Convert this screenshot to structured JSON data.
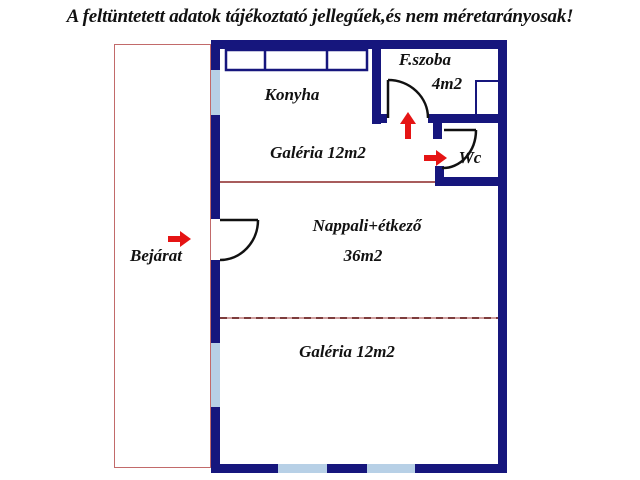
{
  "title": "A feltüntetett adatok tájékoztató jellegűek,és nem méretarányosak!",
  "rooms": {
    "konyha": "Konyha",
    "fszoba_name": "F.szoba",
    "fszoba_area": "4m2",
    "galeria_upper": "Galéria 12m2",
    "wc": "Wc",
    "nappali_name": "Nappali+étkező",
    "nappali_area": "36m2",
    "galeria_lower": "Galéria 12m2",
    "bejarat": "Bejárat"
  },
  "icons": {
    "entrance_arrow": "right-arrow",
    "fszoba_door_arrow": "up-arrow",
    "wc_door_arrow": "right-arrow"
  },
  "colors": {
    "wall": "#16167d",
    "window": "#b7d0e6",
    "arrow": "#e51414",
    "gallery_line": "#a85c5c",
    "outline_rect": "#c26a6a",
    "text": "#111111",
    "background": "#ffffff"
  }
}
